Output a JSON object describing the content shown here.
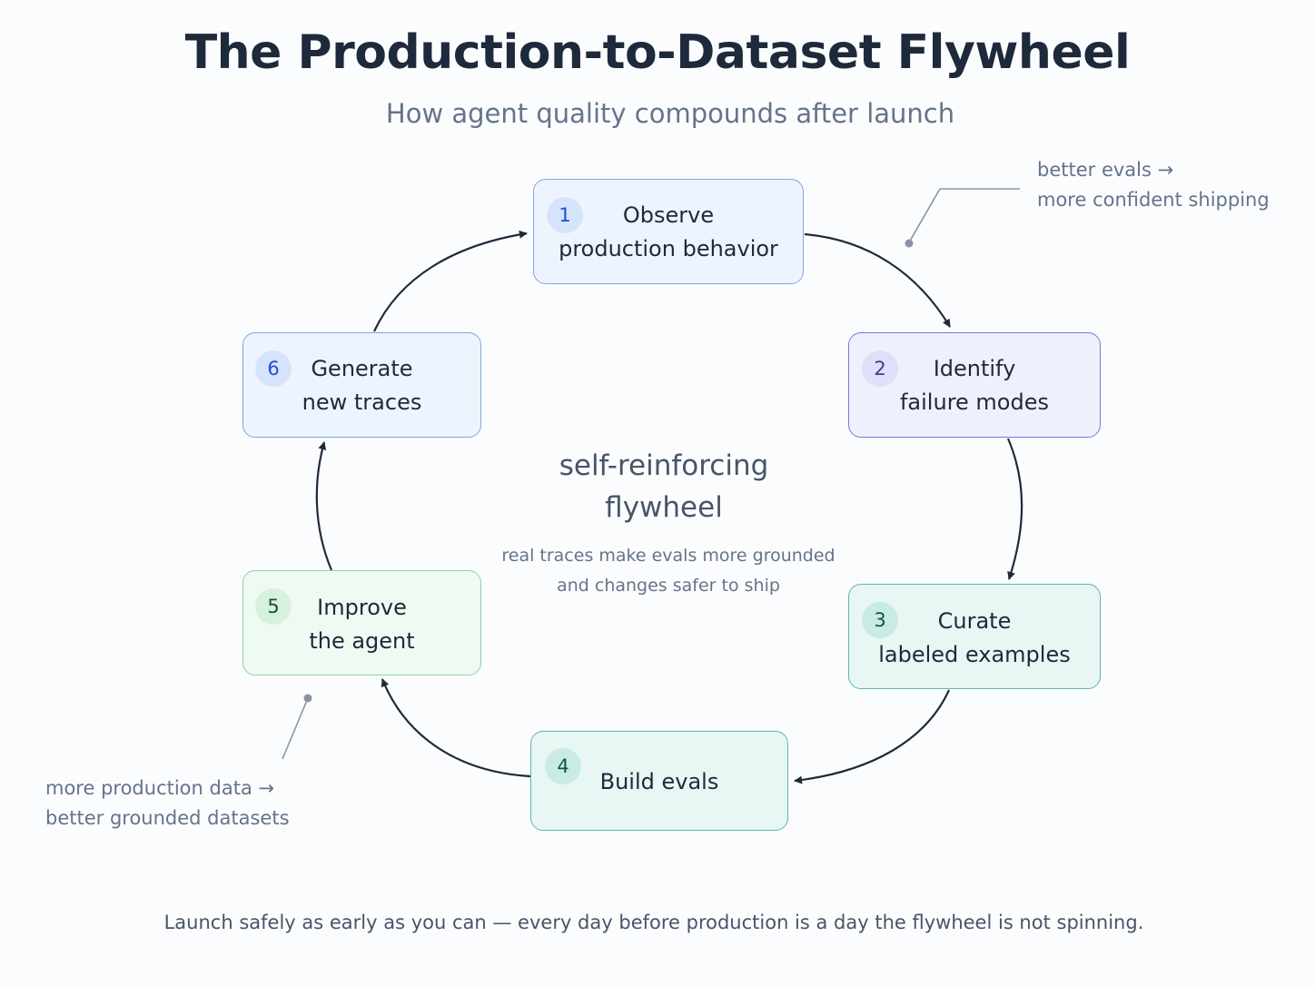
{
  "header": {
    "title": "The Production-to-Dataset Flywheel",
    "subtitle": "How agent quality compounds after launch"
  },
  "steps": [
    {
      "number": "1",
      "line1": "Observe",
      "line2": "production behavior"
    },
    {
      "number": "2",
      "line1": "Identify",
      "line2": "failure modes"
    },
    {
      "number": "3",
      "line1": "Curate",
      "line2": "labeled examples"
    },
    {
      "number": "4",
      "line1": "Build evals"
    },
    {
      "number": "5",
      "line1": "Improve",
      "line2": "the agent"
    },
    {
      "number": "6",
      "line1": "Generate",
      "line2": "new traces"
    }
  ],
  "center": {
    "title_line1": "self-reinforcing",
    "title_line2": "flywheel",
    "sub_line1": "real traces make evals more grounded",
    "sub_line2": "and changes safer to ship"
  },
  "notes": {
    "top_right_line1": "better evals →",
    "top_right_line2": "more confident shipping",
    "bottom_left_line1": "more production data →",
    "bottom_left_line2": "better grounded datasets"
  },
  "footer": "Launch safely as early as you can — every day before production is a day the flywheel is not spinning.",
  "colors": {
    "step_1": "#7ea6e0",
    "step_2": "#6f7ce0",
    "step_3": "#5fb6aa",
    "step_4": "#5fb6aa",
    "step_5": "#8dd3a6",
    "step_6": "#7ea6e0",
    "arrow": "#1f2a3a",
    "leader": "#8a94a3"
  }
}
